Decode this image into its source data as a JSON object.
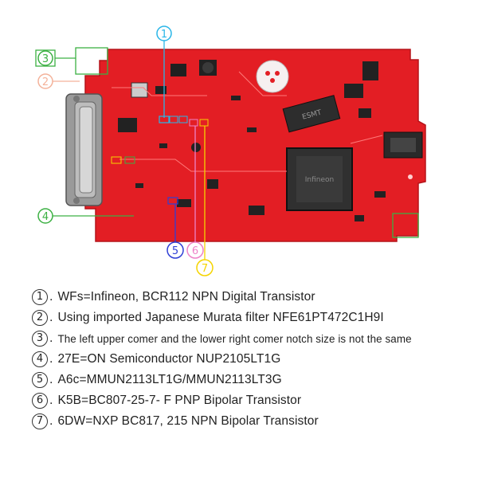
{
  "callouts": [
    {
      "id": "1",
      "color": "#29b6e8"
    },
    {
      "id": "2",
      "color": "#f4b29a"
    },
    {
      "id": "3",
      "color": "#3cb043"
    },
    {
      "id": "4",
      "color": "#3cb043"
    },
    {
      "id": "5",
      "color": "#2f3fd6"
    },
    {
      "id": "6",
      "color": "#ee82c8"
    },
    {
      "id": "7",
      "color": "#f5d400"
    }
  ],
  "board": {
    "pcb_color": "#e31e24",
    "chip_main_label": "Infineon",
    "chip_esmt_label": "ESMT"
  },
  "legend": [
    {
      "num": "1",
      "text": "WFs=Infineon, BCR112 NPN Digital Transistor"
    },
    {
      "num": "2",
      "text": "Using imported Japanese Murata filter NFE61PT472C1H9I"
    },
    {
      "num": "3",
      "text": "The left upper comer and the lower right comer notch size is not the same"
    },
    {
      "num": "4",
      "text": "27E=ON Semiconductor NUP2105LT1G"
    },
    {
      "num": "5",
      "text": "A6c=MMUN2113LT1G/MMUN2113LT3G"
    },
    {
      "num": "6",
      "text": "K5B=BC807-25-7- F PNP Bipolar Transistor"
    },
    {
      "num": "7",
      "text": "6DW=NXP BC817, 215 NPN Bipolar Transistor"
    }
  ]
}
